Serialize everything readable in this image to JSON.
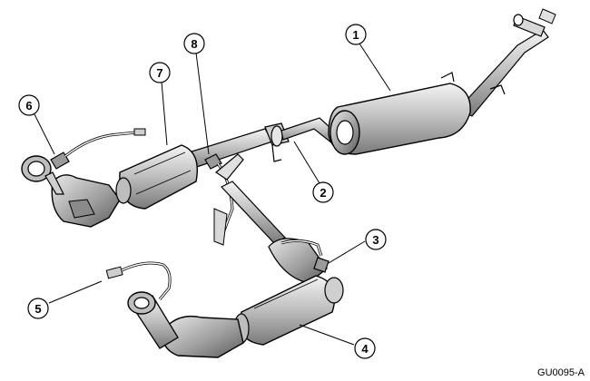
{
  "figure_id": "GU0095-A",
  "callouts": [
    "1",
    "2",
    "3",
    "4",
    "5",
    "6",
    "7",
    "8"
  ]
}
